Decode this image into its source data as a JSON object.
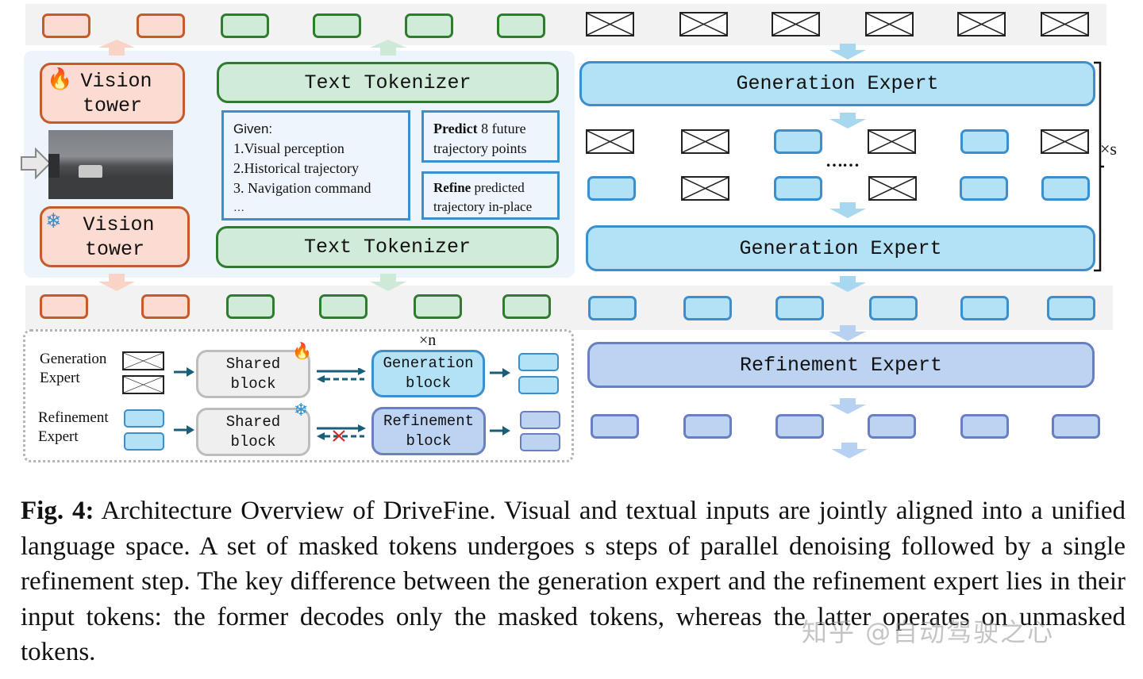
{
  "diagram": {
    "vision_tower_top": {
      "line1": "Vision",
      "line2": "tower",
      "icon": "fire-icon",
      "state": "trainable"
    },
    "vision_tower_bottom": {
      "line1": "Vision",
      "line2": "tower",
      "icon": "snowflake-icon",
      "state": "frozen"
    },
    "text_tokenizer_top": "Text Tokenizer",
    "text_tokenizer_bottom": "Text Tokenizer",
    "prompt_box": {
      "heading": "Given:",
      "items": [
        "1.Visual perception",
        "2.Historical trajectory",
        "3. Navigation command",
        "…"
      ]
    },
    "predict_box": {
      "bold": "Predict",
      "rest": " 8 future",
      "line2": "trajectory points"
    },
    "refine_box": {
      "bold": "Refine",
      "rest": " predicted",
      "line2": "trajectory in-place"
    },
    "generation_expert_top": "Generation Expert",
    "generation_expert_bottom": "Generation Expert",
    "refinement_expert": "Refinement Expert",
    "repeat_s": "×s",
    "repeat_n": "×n",
    "ellipsis": "……",
    "token_rows": {
      "top_left": [
        "orange",
        "orange",
        "green",
        "green",
        "green",
        "green"
      ],
      "top_right": [
        "mask",
        "mask",
        "mask",
        "mask",
        "mask",
        "mask"
      ],
      "mid_row1": [
        "mask",
        "mask",
        "blue",
        "mask",
        "blue",
        "mask"
      ],
      "mid_row2": [
        "blue",
        "mask",
        "blue",
        "mask",
        "blue",
        "blue"
      ],
      "band2_left": [
        "orange",
        "orange",
        "green",
        "green",
        "green",
        "green"
      ],
      "band2_right": [
        "blue",
        "blue",
        "blue",
        "blue",
        "blue",
        "blue"
      ],
      "final": [
        "purple",
        "purple",
        "purple",
        "purple",
        "purple",
        "purple"
      ]
    },
    "detail": {
      "gen_label_line1": "Generation",
      "gen_label_line2": "Expert",
      "ref_label_line1": "Refinement",
      "ref_label_line2": "Expert",
      "shared_block_top": {
        "line1": "Shared",
        "line2": "block",
        "icon": "fire-icon"
      },
      "shared_block_bottom": {
        "line1": "Shared",
        "line2": "block",
        "icon": "snowflake-icon"
      },
      "generation_block": {
        "line1": "Generation",
        "line2": "block"
      },
      "refinement_block": {
        "line1": "Refinement",
        "line2": "block"
      }
    },
    "colors": {
      "vision_orange": "#c55a2a",
      "text_green": "#2e7d2e",
      "generation_blue": "#3a8fcc",
      "refinement_purple": "#6a7fbf",
      "arrow_teal": "#1a5f7a",
      "cross_red": "#d62728"
    }
  },
  "caption": {
    "label": "Fig. 4:",
    "text": " Architecture Overview of DriveFine. Visual and textual inputs are jointly aligned into a unified language space. A set of masked tokens undergoes s steps of parallel denoising followed by a single refinement step. The key difference between the generation expert and the refinement expert lies in their input tokens: the former decodes only the masked tokens, whereas the latter operates on unmasked tokens."
  },
  "watermark": "知乎 @自动驾驶之心"
}
